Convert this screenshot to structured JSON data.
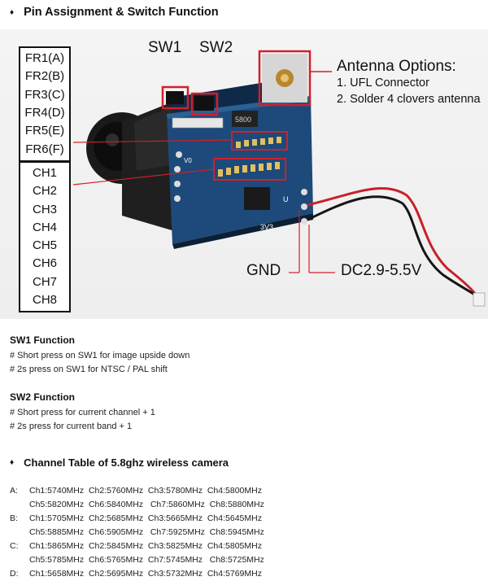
{
  "pin_heading": {
    "bullet": "♦",
    "text": "Pin Assignment & Switch Function"
  },
  "fr_list": [
    "FR1(A)",
    "FR2(B)",
    "FR3(C)",
    "FR4(D)",
    "FR5(E)",
    "FR6(F)"
  ],
  "ch_list": [
    "CH1",
    "CH2",
    "CH3",
    "CH4",
    "CH5",
    "CH6",
    "CH7",
    "CH8"
  ],
  "labels": {
    "sw1": "SW1",
    "sw2": "SW2",
    "gnd": "GND",
    "power": "DC2.9-5.5V"
  },
  "antenna": {
    "title": "Antenna Options:",
    "options": [
      "1. UFL Connector",
      "2. Solder 4 clovers antenna"
    ]
  },
  "board_markings": {
    "chip": "5800",
    "v0": "V0",
    "v3": "3V3",
    "u": "U"
  },
  "sw1_section": {
    "title": "SW1 Function",
    "lines": [
      "#  Short press on SW1 for image upside down",
      "#  2s press on SW1 for NTSC / PAL shift"
    ]
  },
  "sw2_section": {
    "title": "SW2 Function",
    "lines": [
      "#  Short press for current channel + 1",
      "#  2s press for current band + 1"
    ]
  },
  "channel_heading": {
    "bullet": "♦",
    "text": "Channel Table of 5.8ghz wireless camera"
  },
  "channel_table": {
    "bands": [
      {
        "band": "A:",
        "rows": [
          "Ch1:5740MHz  Ch2:5760MHz  Ch3:5780MHz  Ch4:5800MHz",
          "Ch5:5820MHz  Ch6:5840MHz   Ch7:5860MHz  Ch8:5880MHz"
        ]
      },
      {
        "band": "B:",
        "rows": [
          "Ch1:5705MHz  Ch2:5685MHz  Ch3:5665MHz  Ch4:5645MHz",
          "Ch5:5885MHz  Ch6:5905MHz   Ch7:5925MHz  Ch8:5945MHz"
        ]
      },
      {
        "band": "C:",
        "rows": [
          "Ch1:5865MHz  Ch2:5845MHz  Ch3:5825MHz  Ch4:5805MHz",
          "Ch5:5785MHz  Ch6:5765MHz  Ch7:5745MHz   Ch8:5725MHz"
        ]
      },
      {
        "band": "D:",
        "rows": [
          "Ch1:5658MHz  Ch2:5695MHz  Ch3:5732MHz  Ch4:5769MHz"
        ]
      }
    ]
  },
  "colors": {
    "highlight": "#d0202a",
    "board": "#1d4a7a",
    "wire_red": "#c8202a",
    "wire_black": "#151515"
  }
}
